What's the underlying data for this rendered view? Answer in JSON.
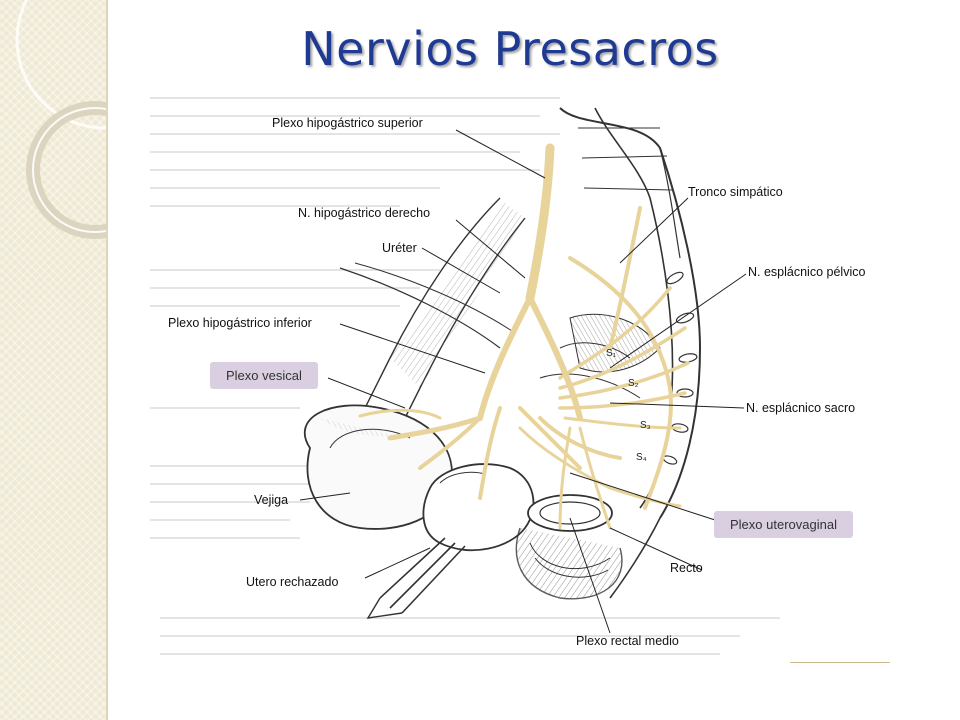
{
  "slide": {
    "title": "Nervios Presacros"
  },
  "labels": {
    "plexo_hipogastrico_superior": "Plexo hipogástrico superior",
    "tronco_simpatico": "Tronco simpático",
    "n_hipogastrico_derecho": "N. hipogástrico derecho",
    "ureter": "Uréter",
    "n_esplacnico_pelvico": "N. esplácnico pélvico",
    "plexo_hipogastrico_inferior": "Plexo hipogástrico inferior",
    "plexo_vesical": "Plexo vesical",
    "n_esplacnico_sacro": "N. esplácnico sacro",
    "vejiga": "Vejiga",
    "plexo_uterovaginal": "Plexo uterovaginal",
    "recto": "Recto",
    "utero_rechazado": "Utero rechazado",
    "plexo_rectal_medio": "Plexo rectal medio"
  },
  "sacral_markers": [
    "S₁",
    "S₂",
    "S₃",
    "S₄"
  ],
  "colors": {
    "title": "#1f3a93",
    "nerve": "#e8d49a",
    "highlight_box": "#d9cfe1",
    "strip": "#efe9d3"
  }
}
